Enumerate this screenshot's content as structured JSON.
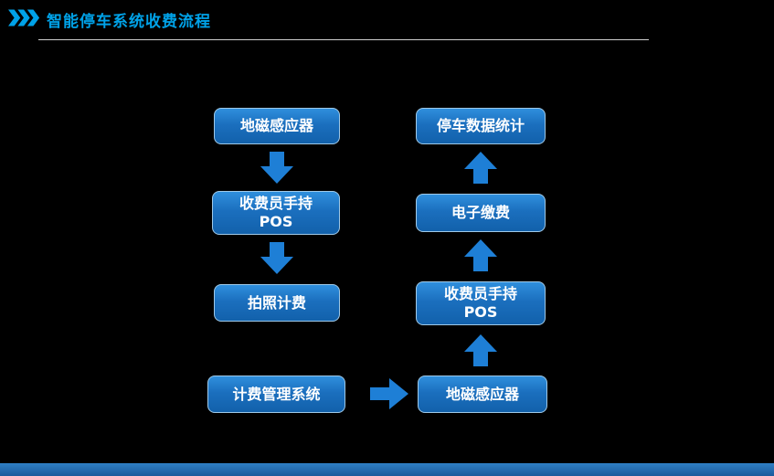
{
  "header": {
    "title": "智能停车系统收费流程"
  },
  "flow": {
    "left": [
      {
        "label": "地磁感应器"
      },
      {
        "label": "收费员手持\nPOS"
      },
      {
        "label": "拍照计费"
      },
      {
        "label": "计费管理系统"
      }
    ],
    "right": [
      {
        "label": "停车数据统计"
      },
      {
        "label": "电子缴费"
      },
      {
        "label": "收费员手持\nPOS"
      },
      {
        "label": "地磁感应器"
      }
    ]
  },
  "colors": {
    "background": "#000000",
    "title": "#00a2e8",
    "box_fill_top": "#2f8fdd",
    "box_fill_bottom": "#1261ab",
    "box_border": "#9fc9e8",
    "box_text": "#ffffff",
    "arrow": "#1e7fd6",
    "divider": "#cfcfcf",
    "bottom_bar": "#2a6db5"
  }
}
